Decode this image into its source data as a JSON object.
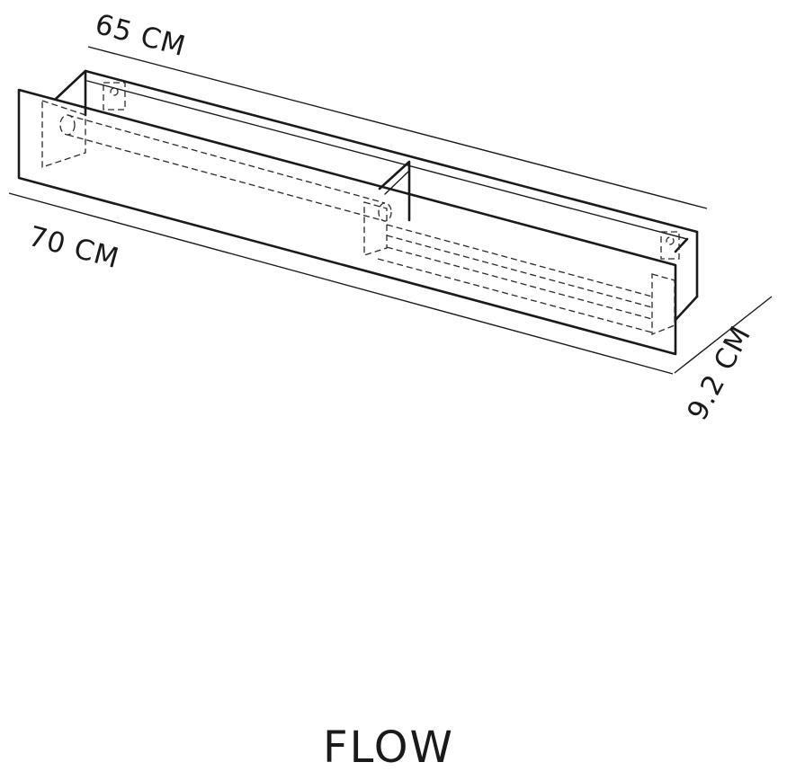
{
  "dimensions": {
    "inner_length": "65 CM",
    "outer_length": "70 CM",
    "depth": "9.2 CM"
  },
  "product_name": "FLOW",
  "colors": {
    "line": "#1a1a1a",
    "background": "#ffffff"
  }
}
